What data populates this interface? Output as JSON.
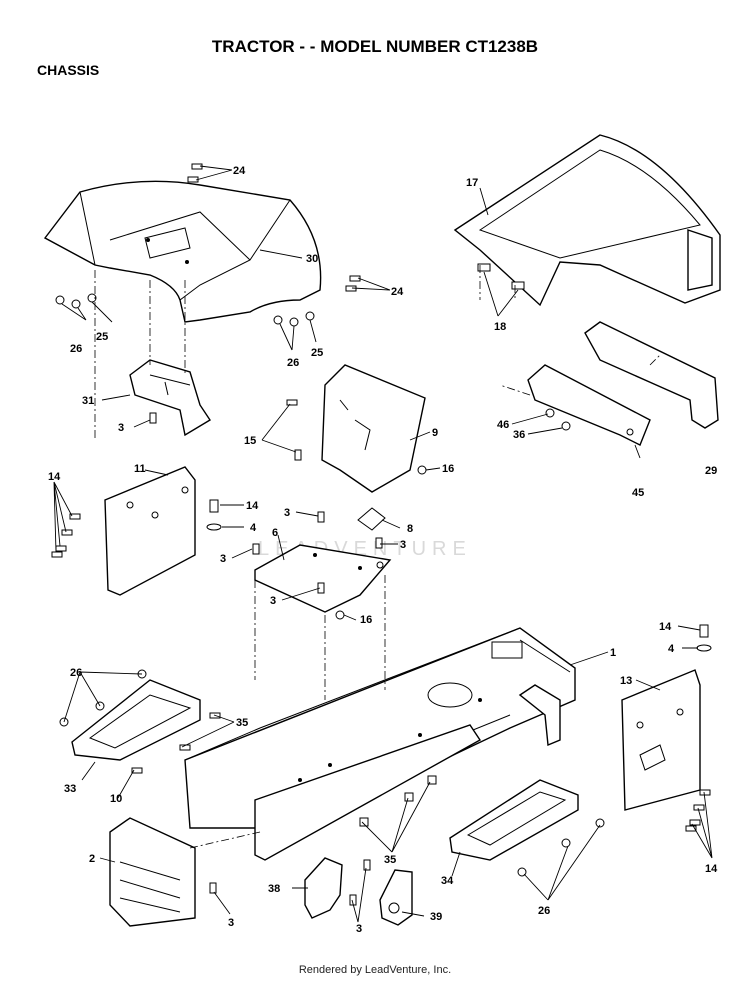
{
  "header": {
    "title": "TRACTOR - - MODEL NUMBER CT1238B",
    "section": "CHASSIS"
  },
  "watermark": "LEADVENTURE",
  "footer": "Rendered by LeadVenture, Inc.",
  "callouts": {
    "c1": "1",
    "c2": "2",
    "c3a": "3",
    "c3b": "3",
    "c3c": "3",
    "c3d": "3",
    "c3e": "3",
    "c3f": "3",
    "c3g": "3",
    "c4a": "4",
    "c4b": "4",
    "c6": "6",
    "c8": "8",
    "c9": "9",
    "c10": "10",
    "c11": "11",
    "c13": "13",
    "c14a": "14",
    "c14b": "14",
    "c14c": "14",
    "c14d": "14",
    "c15": "15",
    "c16a": "16",
    "c16b": "16",
    "c17": "17",
    "c18": "18",
    "c24a": "24",
    "c24b": "24",
    "c25a": "25",
    "c25b": "25",
    "c26a": "26",
    "c26b": "26",
    "c26c": "26",
    "c26d": "26",
    "c29": "29",
    "c30": "30",
    "c31": "31",
    "c33": "33",
    "c34": "34",
    "c35a": "35",
    "c35b": "35",
    "c36": "36",
    "c38": "38",
    "c39": "39",
    "c45": "45",
    "c46": "46"
  }
}
